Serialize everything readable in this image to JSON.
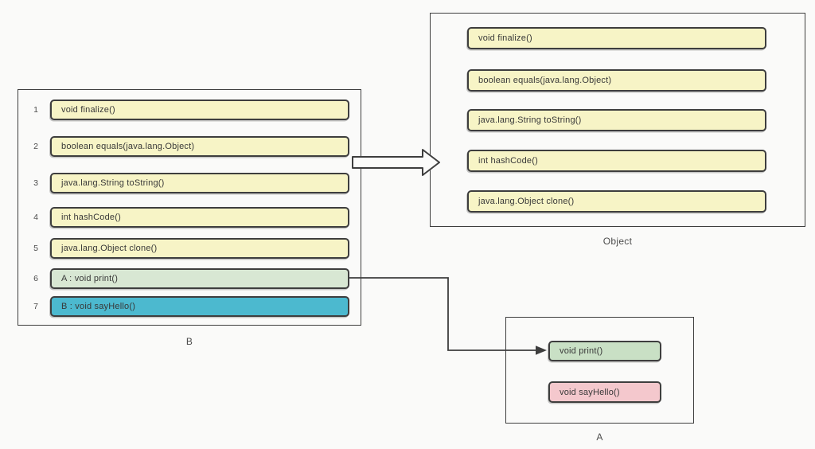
{
  "canvas": {
    "background": "#fafaf9",
    "stroke": "#3e3e3e",
    "colors": {
      "inherited_method": "#f7f4c6",
      "a_method_in_b": "#d8e7d3",
      "b_own_method": "#4cb9cf",
      "a_print_method": "#c9e0c5",
      "a_sayhello_method": "#f4c8cd"
    }
  },
  "class_b": {
    "label": "B",
    "rows": [
      {
        "num": "1",
        "label": "void finalize()",
        "fill": "#f7f4c6"
      },
      {
        "num": "2",
        "label": "boolean equals(java.lang.Object)",
        "fill": "#f7f4c6"
      },
      {
        "num": "3",
        "label": "java.lang.String toString()",
        "fill": "#f7f4c6"
      },
      {
        "num": "4",
        "label": "int hashCode()",
        "fill": "#f7f4c6"
      },
      {
        "num": "5",
        "label": "java.lang.Object clone()",
        "fill": "#f7f4c6"
      },
      {
        "num": "6",
        "label": "A : void print()",
        "fill": "#d8e7d3"
      },
      {
        "num": "7",
        "label": "B : void sayHello()",
        "fill": "#4cb9cf"
      }
    ]
  },
  "class_object": {
    "label": "Object",
    "rows": [
      {
        "label": "void finalize()",
        "fill": "#f7f4c6"
      },
      {
        "label": "boolean equals(java.lang.Object)",
        "fill": "#f7f4c6"
      },
      {
        "label": "java.lang.String toString()",
        "fill": "#f7f4c6"
      },
      {
        "label": "int hashCode()",
        "fill": "#f7f4c6"
      },
      {
        "label": "java.lang.Object clone()",
        "fill": "#f7f4c6"
      }
    ]
  },
  "class_a": {
    "label": "A",
    "rows": [
      {
        "label": "void print()",
        "fill": "#c9e0c5"
      },
      {
        "label": "void sayHello()",
        "fill": "#f4c8cd"
      }
    ]
  }
}
